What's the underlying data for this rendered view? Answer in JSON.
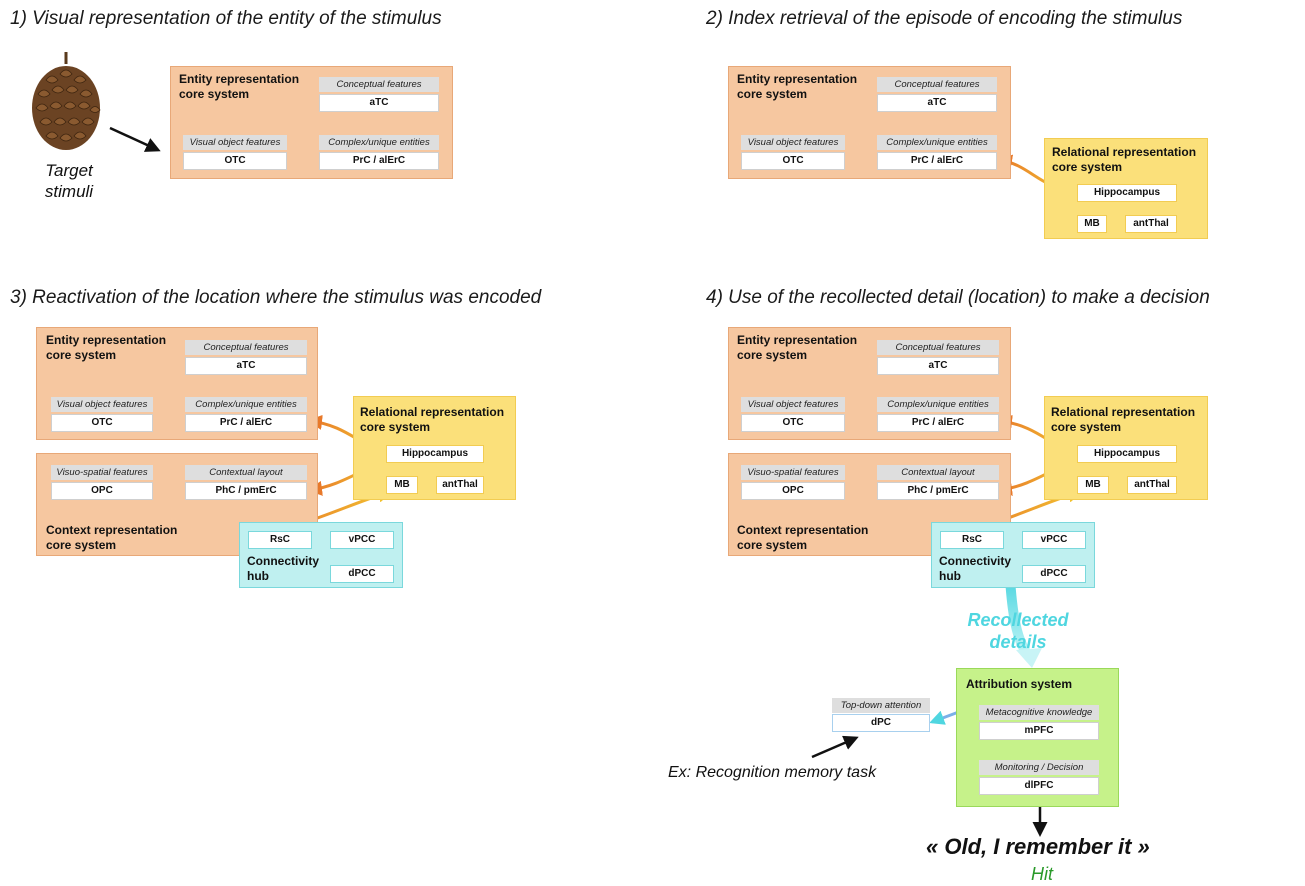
{
  "panel1": {
    "title": "1) Visual representation of the entity of the stimulus",
    "stimulus_label": "Target stimuli",
    "entity": {
      "name": "Entity representation core system",
      "conceptual_label": "Conceptual features",
      "conceptual_value": "aTC",
      "visual_label": "Visual object features",
      "visual_value": "OTC",
      "complex_label": "Complex/unique entities",
      "complex_value": "PrC / alErC"
    }
  },
  "panel2": {
    "title": "2) Index retrieval of the episode of encoding the stimulus",
    "entity": {
      "name": "Entity representation core system",
      "conceptual_label": "Conceptual features",
      "conceptual_value": "aTC",
      "visual_label": "Visual object features",
      "visual_value": "OTC",
      "complex_label": "Complex/unique entities",
      "complex_value": "PrC / alErC"
    },
    "relational": {
      "name": "Relational representation core system",
      "hippocampus": "Hippocampus",
      "mb": "MB",
      "antthal": "antThal"
    }
  },
  "panel3": {
    "title": "3) Reactivation of the location where the stimulus was encoded",
    "entity": {
      "name": "Entity representation core system",
      "conceptual_label": "Conceptual features",
      "conceptual_value": "aTC",
      "visual_label": "Visual object features",
      "visual_value": "OTC",
      "complex_label": "Complex/unique entities",
      "complex_value": "PrC / alErC"
    },
    "context": {
      "name": "Context representation core system",
      "visuospatial_label": "Visuo-spatial features",
      "visuospatial_value": "OPC",
      "layout_label": "Contextual layout",
      "layout_value": "PhC / pmErC"
    },
    "relational": {
      "name": "Relational representation core system",
      "hippocampus": "Hippocampus",
      "mb": "MB",
      "antthal": "antThal"
    },
    "hub": {
      "name": "Connectivity hub",
      "rsc": "RsC",
      "vpcc": "vPCC",
      "dpcc": "dPCC"
    }
  },
  "panel4": {
    "title": "4) Use of the recollected detail (location) to make a decision",
    "entity": {
      "name": "Entity representation core system",
      "conceptual_label": "Conceptual features",
      "conceptual_value": "aTC",
      "visual_label": "Visual object features",
      "visual_value": "OTC",
      "complex_label": "Complex/unique entities",
      "complex_value": "PrC / alErC"
    },
    "context": {
      "name": "Context representation core system",
      "visuospatial_label": "Visuo-spatial features",
      "visuospatial_value": "OPC",
      "layout_label": "Contextual layout",
      "layout_value": "PhC / pmErC"
    },
    "relational": {
      "name": "Relational representation core system",
      "hippocampus": "Hippocampus",
      "mb": "MB",
      "antthal": "antThal"
    },
    "hub": {
      "name": "Connectivity hub",
      "rsc": "RsC",
      "vpcc": "vPCC",
      "dpcc": "dPCC"
    },
    "recollected": "Recollected details",
    "attribution": {
      "name": "Attribution system",
      "meta_label": "Metacognitive knowledge",
      "meta_value": "mPFC",
      "monitor_label": "Monitoring / Decision",
      "monitor_value": "dlPFC"
    },
    "topdown_label": "Top-down attention",
    "topdown_value": "dPC",
    "task_label": "Ex: Recognition memory task",
    "outcome": "« Old, I remember it »",
    "hit": "Hit"
  },
  "colors": {
    "entity_fill": "#f6c7a0",
    "relational_fill": "#fbe07a",
    "hub_fill": "#bff0f0",
    "attribution_fill": "#c6f28a",
    "orange_arrow": "#e8792a",
    "yellow_arrow": "#f2c230",
    "cyan_arrow": "#4fd6e0",
    "green_arrow": "#8fd45a",
    "hit_text": "#2a9a2a",
    "recollected_text": "#4fd6e0"
  }
}
